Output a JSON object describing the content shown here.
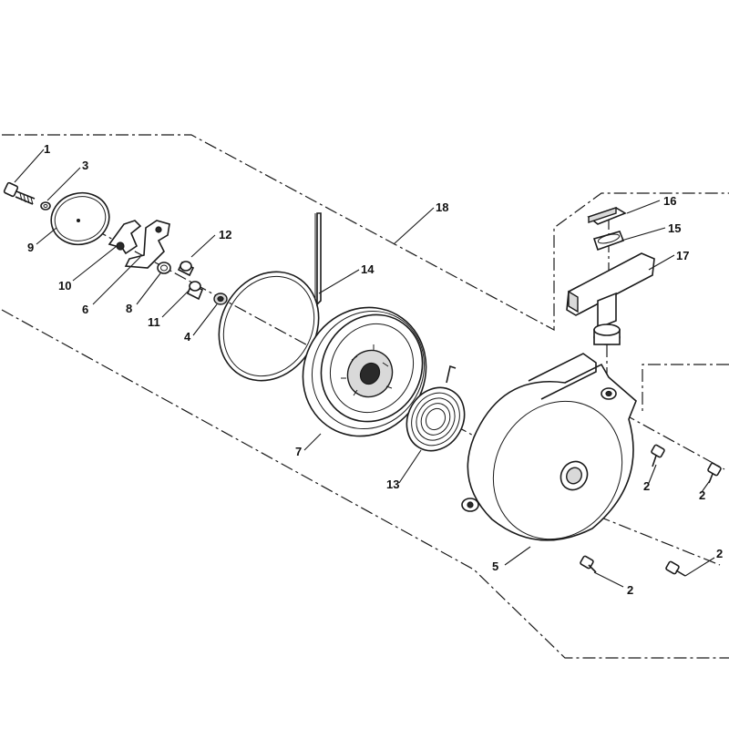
{
  "diagram": {
    "callouts": {
      "c1": "1",
      "c2a": "2",
      "c2b": "2",
      "c2c": "2",
      "c2d": "2",
      "c3": "3",
      "c4": "4",
      "c5": "5",
      "c6": "6",
      "c7": "7",
      "c8": "8",
      "c9": "9",
      "c10": "10",
      "c11": "11",
      "c12": "12",
      "c13": "13",
      "c14": "14",
      "c15": "15",
      "c16": "16",
      "c17": "17",
      "c18": "18"
    },
    "colors": {
      "ink": "#1a1a1a",
      "paper": "#ffffff",
      "shade": "#d9d9d9"
    }
  }
}
